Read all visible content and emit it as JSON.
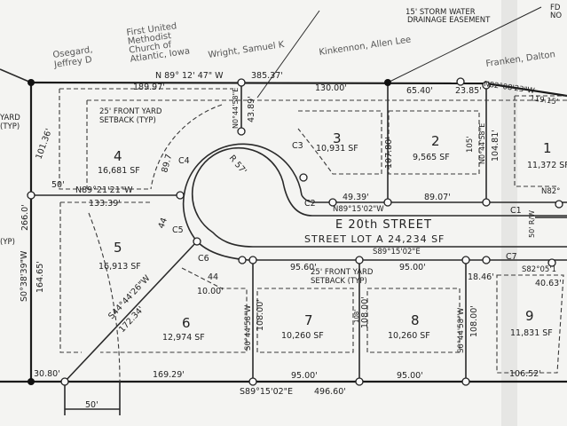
{
  "owners": {
    "osegard": [
      "Osegard,",
      "Jeffrey D"
    ],
    "church": [
      "First United",
      "Methodist",
      "Church of",
      "Atlantic, Iowa"
    ],
    "wright": "Wright, Samuel K",
    "kinkennon": "Kinkennon, Allen Lee",
    "franken": "Franken, Dalton"
  },
  "notes": {
    "storm_easement": [
      "15' STORM WATER",
      "DRAINAGE EASEMENT"
    ],
    "found": [
      "FD",
      "NO"
    ],
    "setback_top": [
      "25' FRONT YARD",
      "SETBACK (TYP)"
    ],
    "setback_bottom": [
      "25' FRONT YARD",
      "SETBACK (TYP)"
    ],
    "left_fragment": [
      "YARD",
      "(TYP)",
      "(YP)"
    ]
  },
  "street": {
    "name": "E 20th STREET",
    "lot": "STREET LOT A 24,234 SF",
    "rw": "50' R/W"
  },
  "lots": [
    {
      "num": "1",
      "area": "11,372 SF"
    },
    {
      "num": "2",
      "area": "9,565 SF"
    },
    {
      "num": "3",
      "area": "10,931 SF"
    },
    {
      "num": "4",
      "area": "16,681 SF"
    },
    {
      "num": "5",
      "area": "16,913 SF"
    },
    {
      "num": "6",
      "area": "12,974 SF"
    },
    {
      "num": "7",
      "area": "10,260 SF"
    },
    {
      "num": "8",
      "area": "10,260 SF"
    },
    {
      "num": "9",
      "area": "11,831 SF"
    }
  ],
  "bearings": {
    "north": "N 89° 12' 47\" W",
    "north_dist": "385.37'",
    "north_east": "N82°08'23\"W",
    "north_east_dist": "119.15'",
    "lot4_lot5": "N89°21'21\"W",
    "street_north": "N89°15'02\"W",
    "street_south": "S89°15'02\"E",
    "south": "S89°15'02\"E",
    "south_dist": "496.60'",
    "west": "S0°38'39\"W",
    "diag": "S44°44'26\"W",
    "lot3_east": "N0°44'58\"E",
    "lot2_east": "N0°44'58\"E",
    "lot6_east": "S0°44'58\"W",
    "lot8_east": "S0°44'58\"W",
    "c7_line": "S82°05'1",
    "lot1_s": "N82°"
  },
  "distances": {
    "d189_97": "189.97'",
    "d130": "130.00'",
    "d65_40": "65.40'",
    "d23_85": "23.85'",
    "d43_89": "43.89'",
    "d101_36": "101.36'",
    "d266": "266.0'",
    "d164_65": "164.65'",
    "d133_39": "133.39'",
    "d50a": "50'",
    "d50b": "50'",
    "d107_80": "107.80'",
    "d105": "105'",
    "d104_81": "104.81'",
    "d49_39": "49.39'",
    "d89_07": "89.07'",
    "d172_34": "172.34'",
    "d10": "10.00'",
    "d95_60": "95.60'",
    "d95_top": "95.00'",
    "d108a": "108.00'",
    "d108b": "108'",
    "d108c": "108.00'",
    "d108d": "108.00'",
    "d18_46": "18.46'",
    "d40_63": "40.63'",
    "d30_80": "30.80'",
    "d169_29": "169.29'",
    "d95_b1": "95.00'",
    "d95_b2": "95.00'",
    "d106_52": "106.52'",
    "d89_7": "89.7",
    "d44a": "44",
    "d44b": "44",
    "radius": "R 57'"
  },
  "curves": [
    "C1",
    "C2",
    "C3",
    "C4",
    "C5",
    "C6",
    "C7"
  ]
}
